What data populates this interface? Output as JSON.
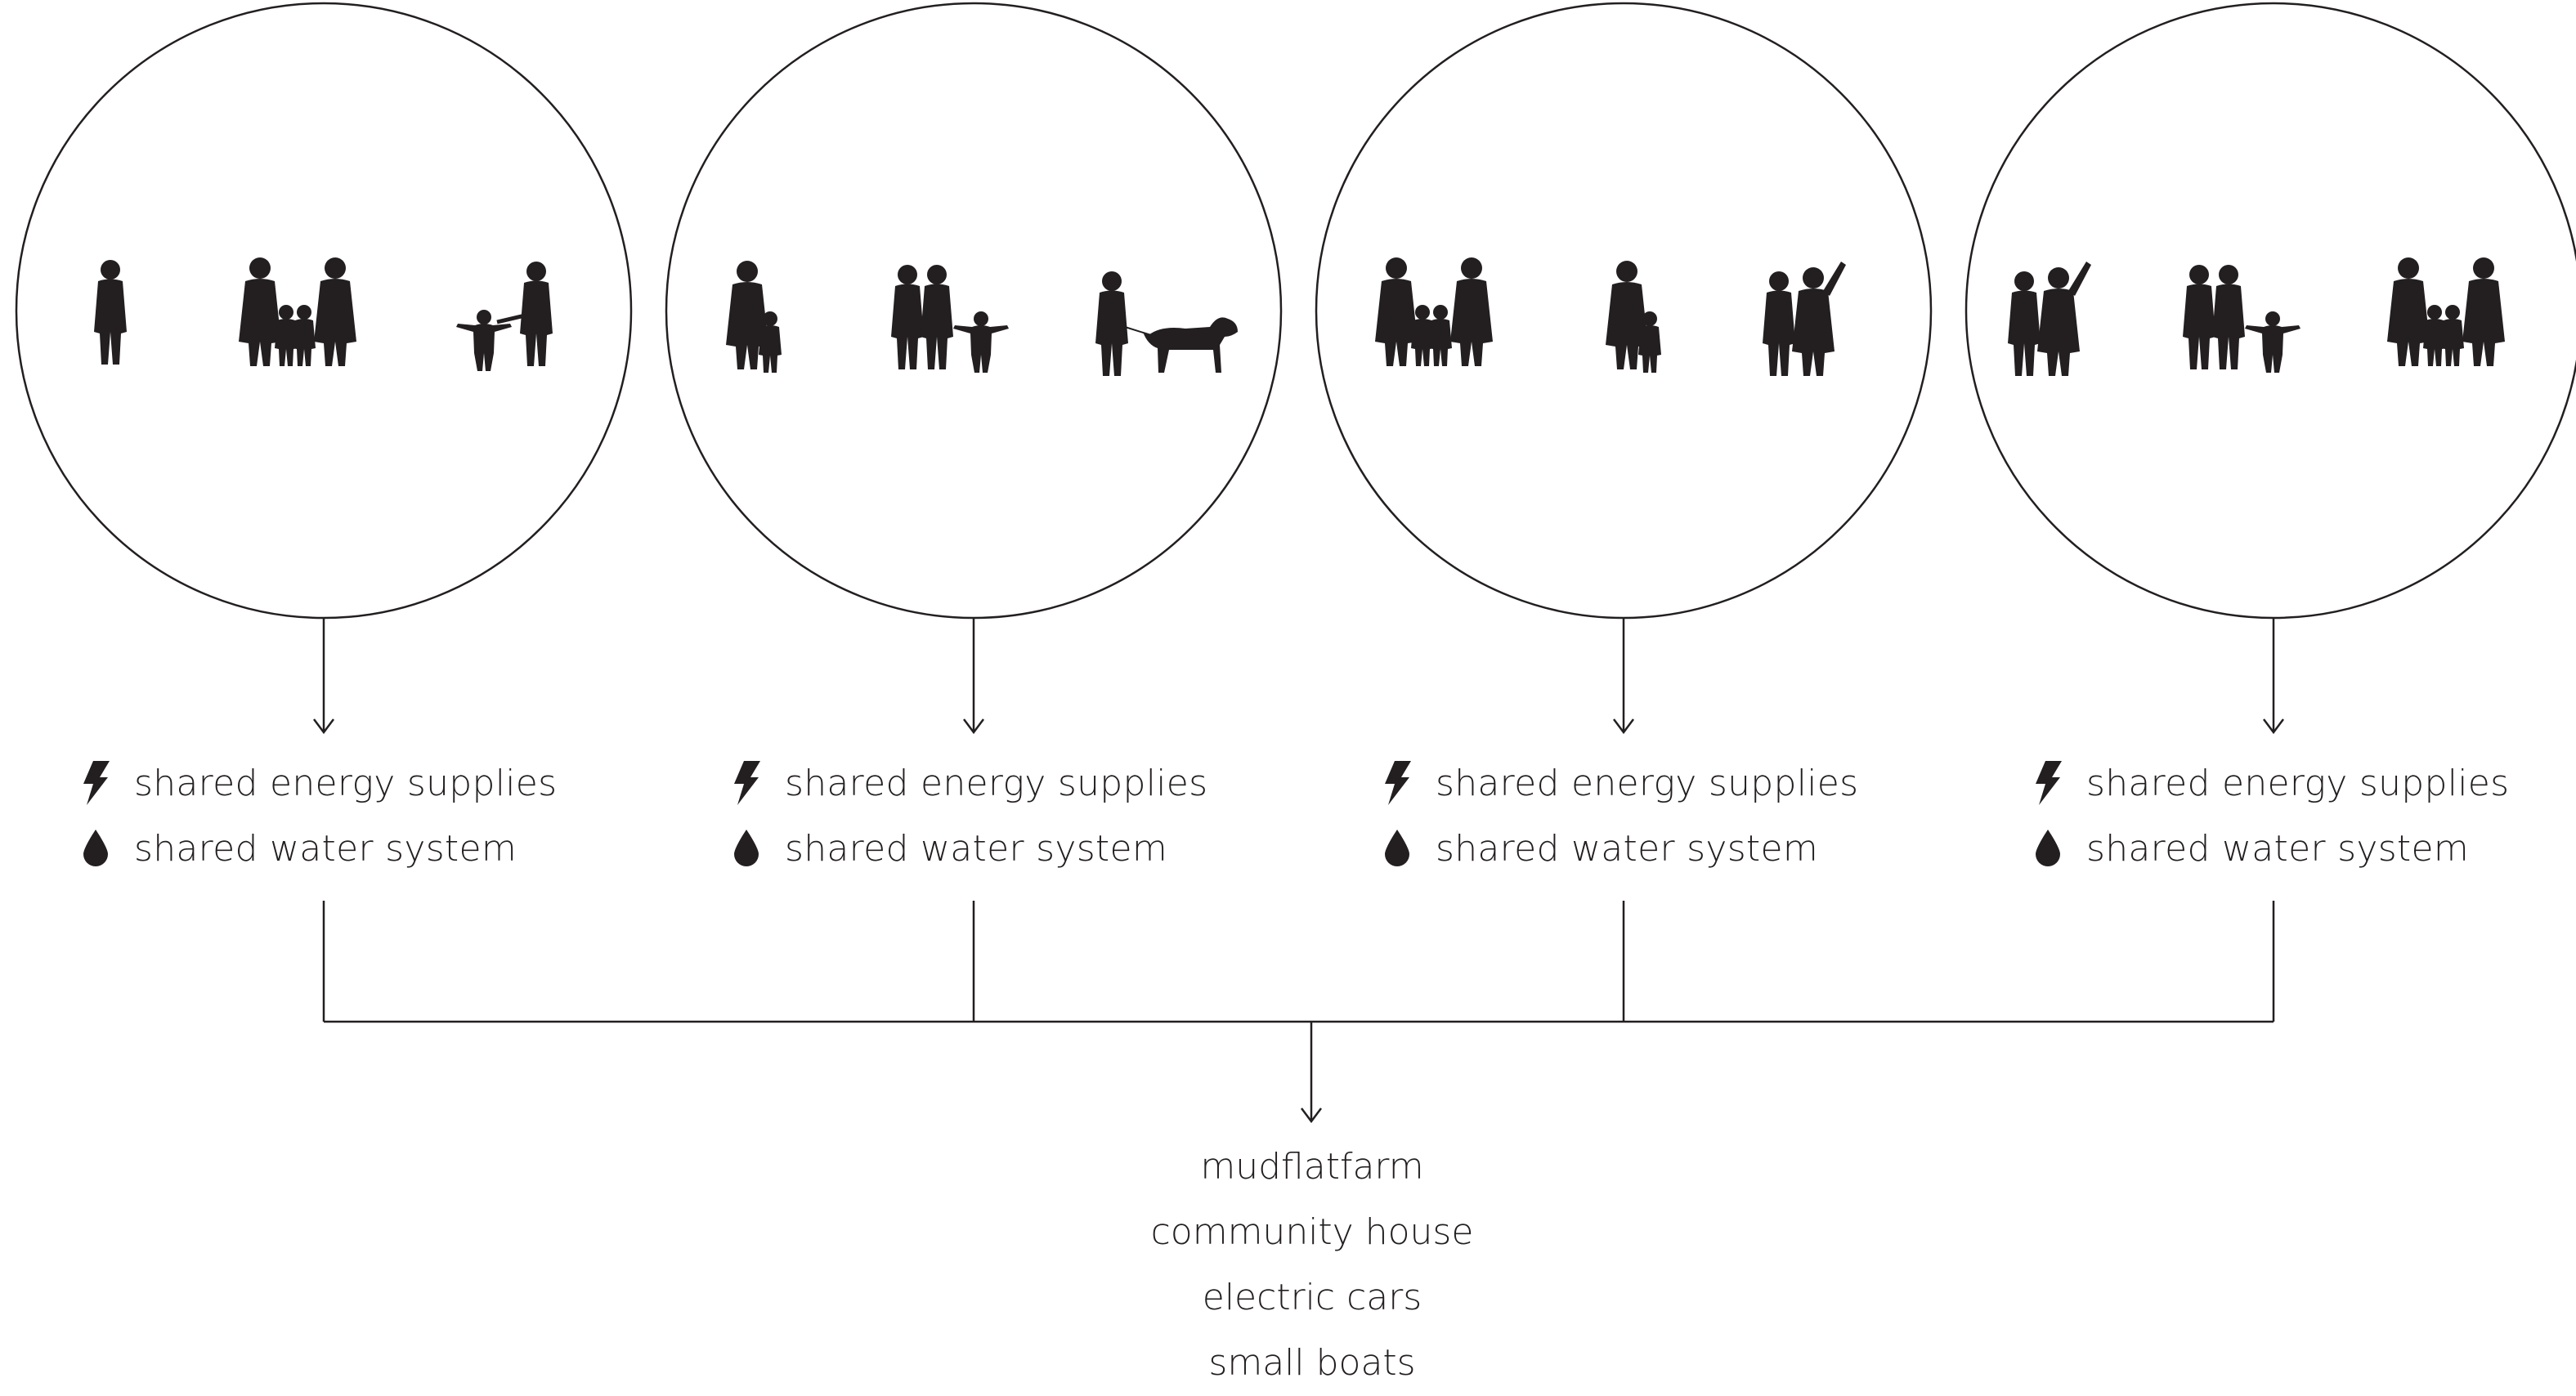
{
  "clusters": [
    {
      "energy_label": "shared energy supplies",
      "water_label": "shared water system",
      "figures": [
        "person-silhouette",
        "family-group-silhouette",
        "parent-and-child-silhouette"
      ]
    },
    {
      "energy_label": "shared energy supplies",
      "water_label": "shared water system",
      "figures": [
        "grandparent-and-child-silhouette",
        "family-with-child-silhouette",
        "person-walking-dog-silhouette"
      ]
    },
    {
      "energy_label": "shared energy supplies",
      "water_label": "shared water system",
      "figures": [
        "family-group-silhouette",
        "grandparent-and-child-silhouette",
        "couple-pointing-silhouette"
      ]
    },
    {
      "energy_label": "shared energy supplies",
      "water_label": "shared water system",
      "figures": [
        "couple-pointing-silhouette",
        "family-with-child-silhouette",
        "family-group-silhouette"
      ]
    }
  ],
  "shared_facilities": [
    "mudflatfarm",
    "community house",
    "electric cars",
    "small boats"
  ],
  "icons": {
    "energy": "lightning-bolt-icon",
    "water": "water-drop-icon"
  },
  "colors": {
    "ink": "#231f20",
    "background": "#ffffff"
  }
}
